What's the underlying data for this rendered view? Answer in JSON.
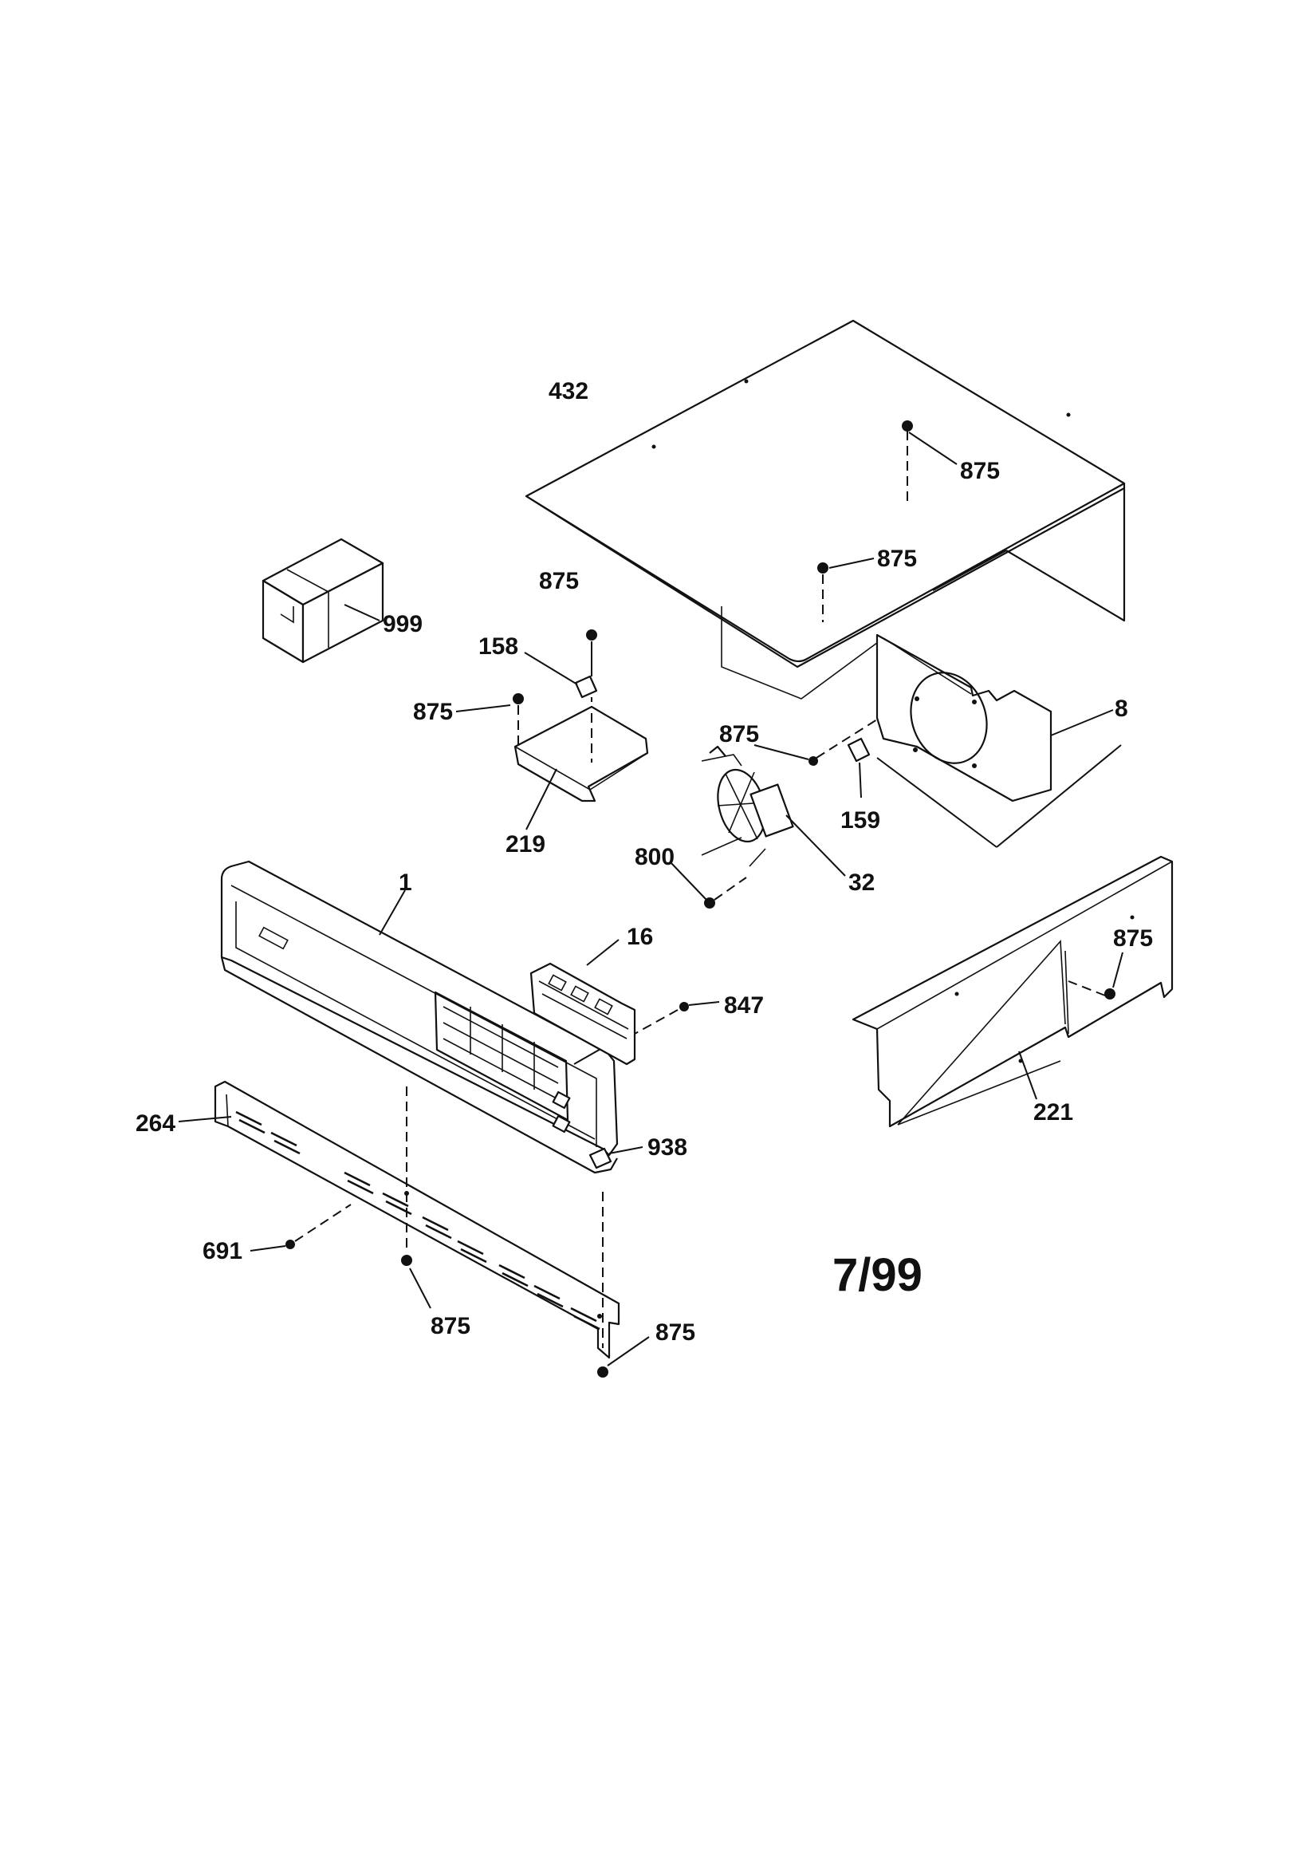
{
  "callouts": {
    "c432": "432",
    "c875_top1": "875",
    "c875_top2": "875",
    "c999": "999",
    "c875_a": "875",
    "c158": "158",
    "c875_b": "875",
    "c219": "219",
    "c875_c": "875",
    "c159": "159",
    "c8": "8",
    "c800": "800",
    "c32": "32",
    "c1": "1",
    "c16": "16",
    "c847": "847",
    "c875_d": "875",
    "c221": "221",
    "c264": "264",
    "c938": "938",
    "c691": "691",
    "c875_e": "875",
    "c875_f": "875"
  },
  "date_stamp": "7/99"
}
